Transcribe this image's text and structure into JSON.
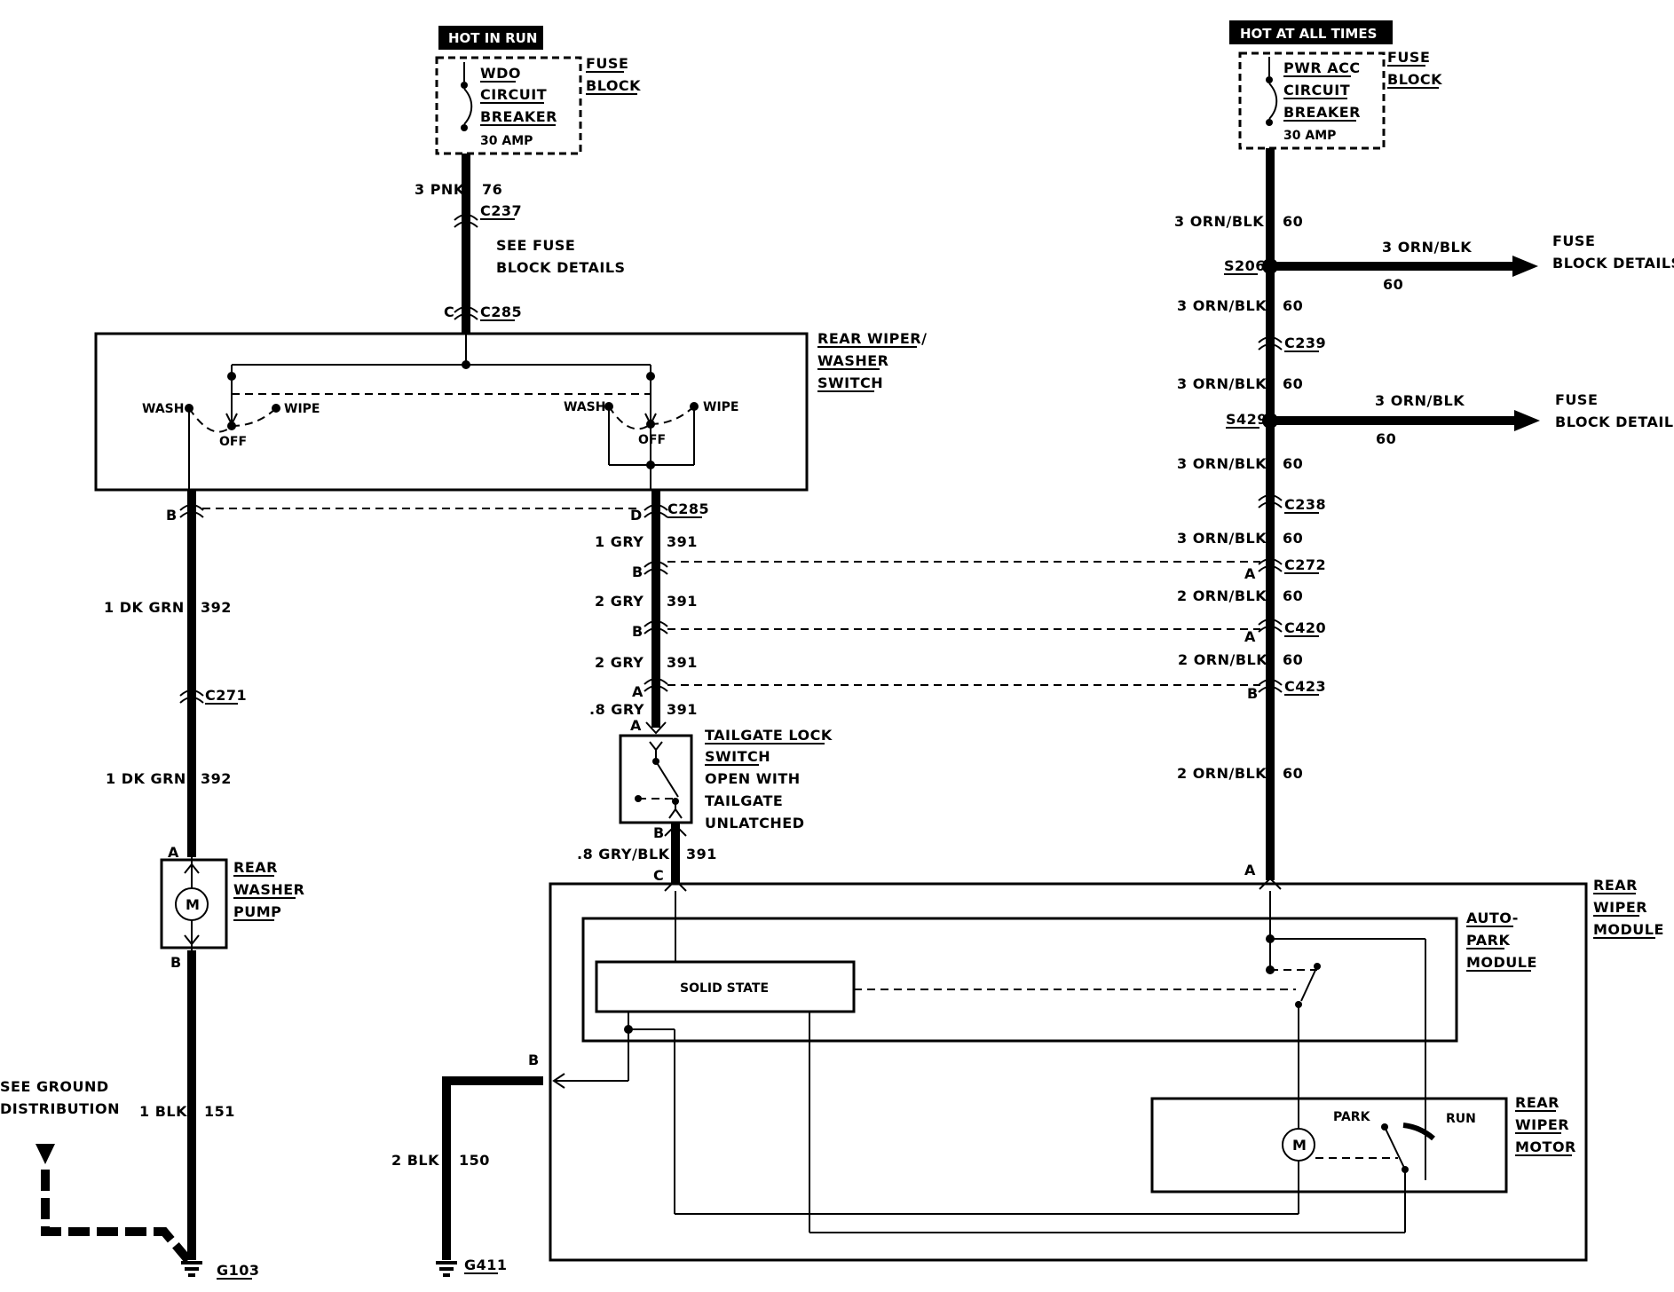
{
  "power": {
    "left_source": "HOT IN RUN",
    "right_source": "HOT AT ALL TIMES",
    "left_breaker": [
      "WDO",
      "CIRCUIT",
      "BREAKER"
    ],
    "left_amps": "30 AMP",
    "right_breaker": [
      "PWR ACC",
      "CIRCUIT",
      "BREAKER"
    ],
    "right_amps": "30 AMP",
    "fuse_block_line1": "FUSE",
    "fuse_block_line2": "BLOCK",
    "see_fuse_line1": "SEE FUSE",
    "see_fuse_line2": "BLOCK DETAILS",
    "fuse_details_line1": "FUSE",
    "fuse_details_line2": "BLOCK DETAILS"
  },
  "switch": {
    "title": [
      "REAR WIPER/",
      "WASHER",
      "SWITCH"
    ],
    "wash": "WASH",
    "wipe": "WIPE",
    "off": "OFF"
  },
  "connectors": {
    "c237": "C237",
    "c285": "C285",
    "c271": "C271",
    "c239": "C239",
    "c238": "C238",
    "c272": "C272",
    "c420": "C420",
    "c423": "C423",
    "s206": "S206",
    "s429": "S429",
    "g103": "G103",
    "g411": "G411"
  },
  "pins": {
    "a": "A",
    "b": "B",
    "c": "C",
    "d": "D"
  },
  "wires": {
    "pnk": "3 PNK",
    "pnk_num": "76",
    "orn3": "3 ORN/BLK",
    "orn2": "2 ORN/BLK",
    "orn_num": "60",
    "dkgrn": "1 DK GRN",
    "dkgrn_num": "392",
    "gry1": "1 GRY",
    "gry2": "2 GRY",
    "gry08": ".8 GRY",
    "gry_num": "391",
    "grybk": ".8 GRY/BLK",
    "blk1": "1 BLK",
    "blk1_num": "151",
    "blk2": "2 BLK",
    "blk2_num": "150"
  },
  "components": {
    "pump": [
      "REAR",
      "WASHER",
      "PUMP"
    ],
    "motor_symbol": "M",
    "tailgate": [
      "TAILGATE LOCK",
      "SWITCH",
      "OPEN WITH",
      "TAILGATE",
      "UNLATCHED"
    ],
    "wiper_module": [
      "REAR",
      "WIPER",
      "MODULE"
    ],
    "autopark": [
      "AUTO-",
      "PARK",
      "MODULE"
    ],
    "solid_state": "SOLID STATE",
    "wiper_motor": [
      "REAR",
      "WIPER",
      "MOTOR"
    ],
    "park": "PARK",
    "run": "RUN",
    "ground_dist": [
      "SEE GROUND",
      "DISTRIBUTION"
    ]
  }
}
